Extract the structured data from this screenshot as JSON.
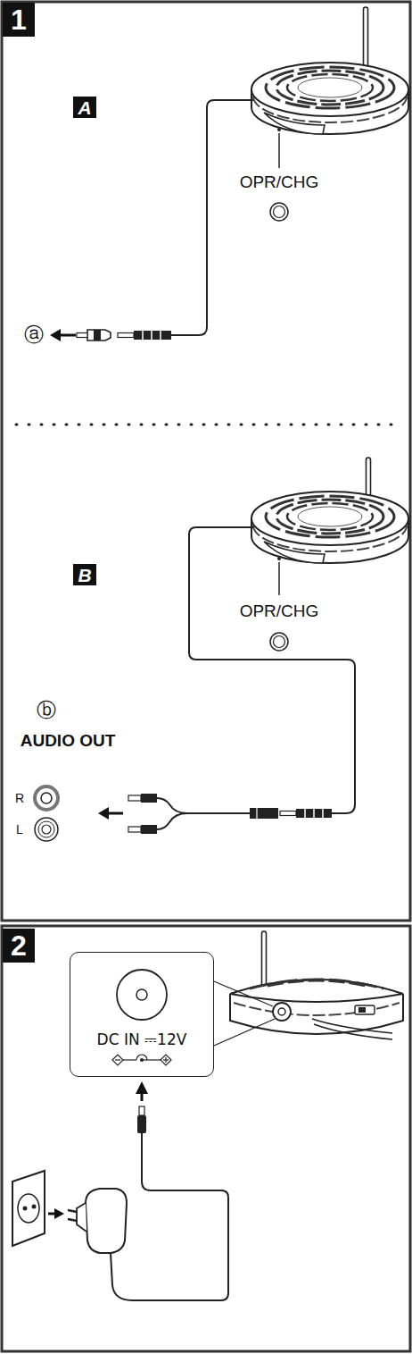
{
  "diagram": {
    "nodes": [
      {
        "text": [
          "1"
        ]
      },
      {
        "text": [
          "A"
        ]
      },
      {
        "text": [
          "B"
        ]
      },
      {
        "text": [
          "2"
        ]
      },
      {
        "text": [
          "DC IN ⎓12V"
        ]
      }
    ],
    "labels": [
      "OPR/CHG",
      "ⓐ",
      "OPR/CHG",
      "ⓑ",
      "AUDIO OUT",
      "R",
      "L"
    ]
  }
}
